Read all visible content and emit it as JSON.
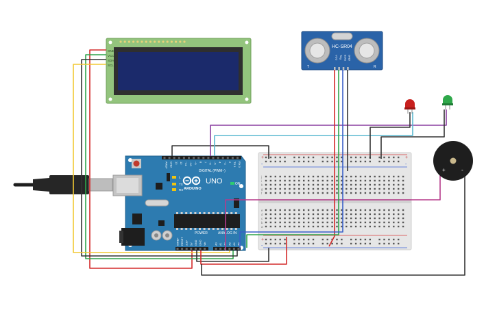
{
  "lcd": {
    "pins": [
      "GND",
      "VCC",
      "SDA",
      "SCL"
    ]
  },
  "sensor": {
    "model": "HC-SR04",
    "pins": [
      "VCC",
      "Trig",
      "Echo",
      "GND"
    ],
    "left_mark": "T",
    "right_mark": "R"
  },
  "arduino": {
    "brand": "ARDUINO",
    "model": "UNO",
    "digital_label": "DIGITAL (PWM~)",
    "power_label": "POWER",
    "analog_label": "ANALOG IN",
    "digital_pins": [
      "AREF",
      "GND",
      "13",
      "12",
      "~11",
      "~10",
      "~9",
      "8",
      "7",
      "~6",
      "~5",
      "4",
      "~3",
      "2",
      "TX 1",
      "RX 0"
    ],
    "power_pins": [
      "IOREF",
      "RESET",
      "3.3V",
      "5V",
      "GND",
      "GND",
      "Vin"
    ],
    "analog_pins": [
      "A0",
      "A1",
      "A2",
      "A3",
      "A4",
      "A5"
    ],
    "led_labels": [
      "L",
      "TX",
      "RX"
    ],
    "on_label": "ON"
  },
  "breadboard": {
    "columns": 30,
    "rows_top": [
      "j",
      "i",
      "h",
      "g",
      "f"
    ],
    "rows_bottom": [
      "e",
      "d",
      "c",
      "b",
      "a"
    ],
    "plus": "+",
    "minus": "-"
  },
  "buzzer": {
    "plus": "+",
    "minus": "-"
  },
  "leds": [
    {
      "color": "#c8201e"
    },
    {
      "color": "#2fa84a"
    }
  ],
  "colors": {
    "wire_red": "#d42a2a",
    "wire_black": "#333333",
    "wire_green": "#2ea44a",
    "wire_yellow": "#f2c832",
    "wire_purple": "#8a3ea0",
    "wire_cyan": "#5ab8d0",
    "wire_blue": "#3a5fc8",
    "wire_magenta": "#b53a8a",
    "board": "#2d7bb0",
    "lcd_pcb": "#93c47d",
    "lcd_screen": "#1b2a6b",
    "sensor_pcb": "#2a63a8"
  }
}
